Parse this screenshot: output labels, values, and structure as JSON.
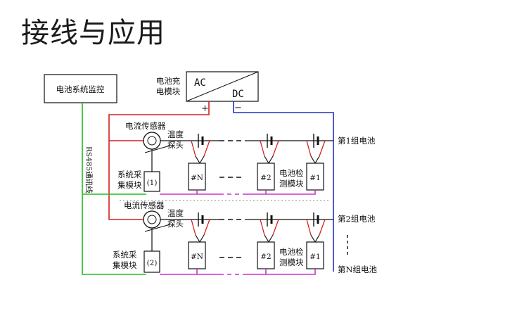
{
  "title": "接线与应用",
  "diagram": {
    "monitor": "电池系统监控",
    "charger": {
      "label_line1": "电池充",
      "label_line2": "电模块",
      "ac": "AC",
      "dc": "DC",
      "plus": "+",
      "minus": "−"
    },
    "rs485_label": "RS485通讯线",
    "current_sensor": "电流传感器",
    "temp_probe_line1": "温度",
    "temp_probe_line2": "探头",
    "acq_line1": "系统采",
    "acq_line2": "集模块",
    "acq1": "(1)",
    "acq2": "(2)",
    "det_line1": "电池检",
    "det_line2": "测模块",
    "mod_n": "#N",
    "mod_2": "#2",
    "mod_1": "#1",
    "group1": "第1组电池",
    "group2": "第2组电池",
    "groupN": "第N组电池",
    "colors": {
      "positive": "#d62020",
      "negative": "#2233bb",
      "comm": "#22bb22",
      "bus": "#cc33cc",
      "sense": "#dd2222"
    }
  }
}
